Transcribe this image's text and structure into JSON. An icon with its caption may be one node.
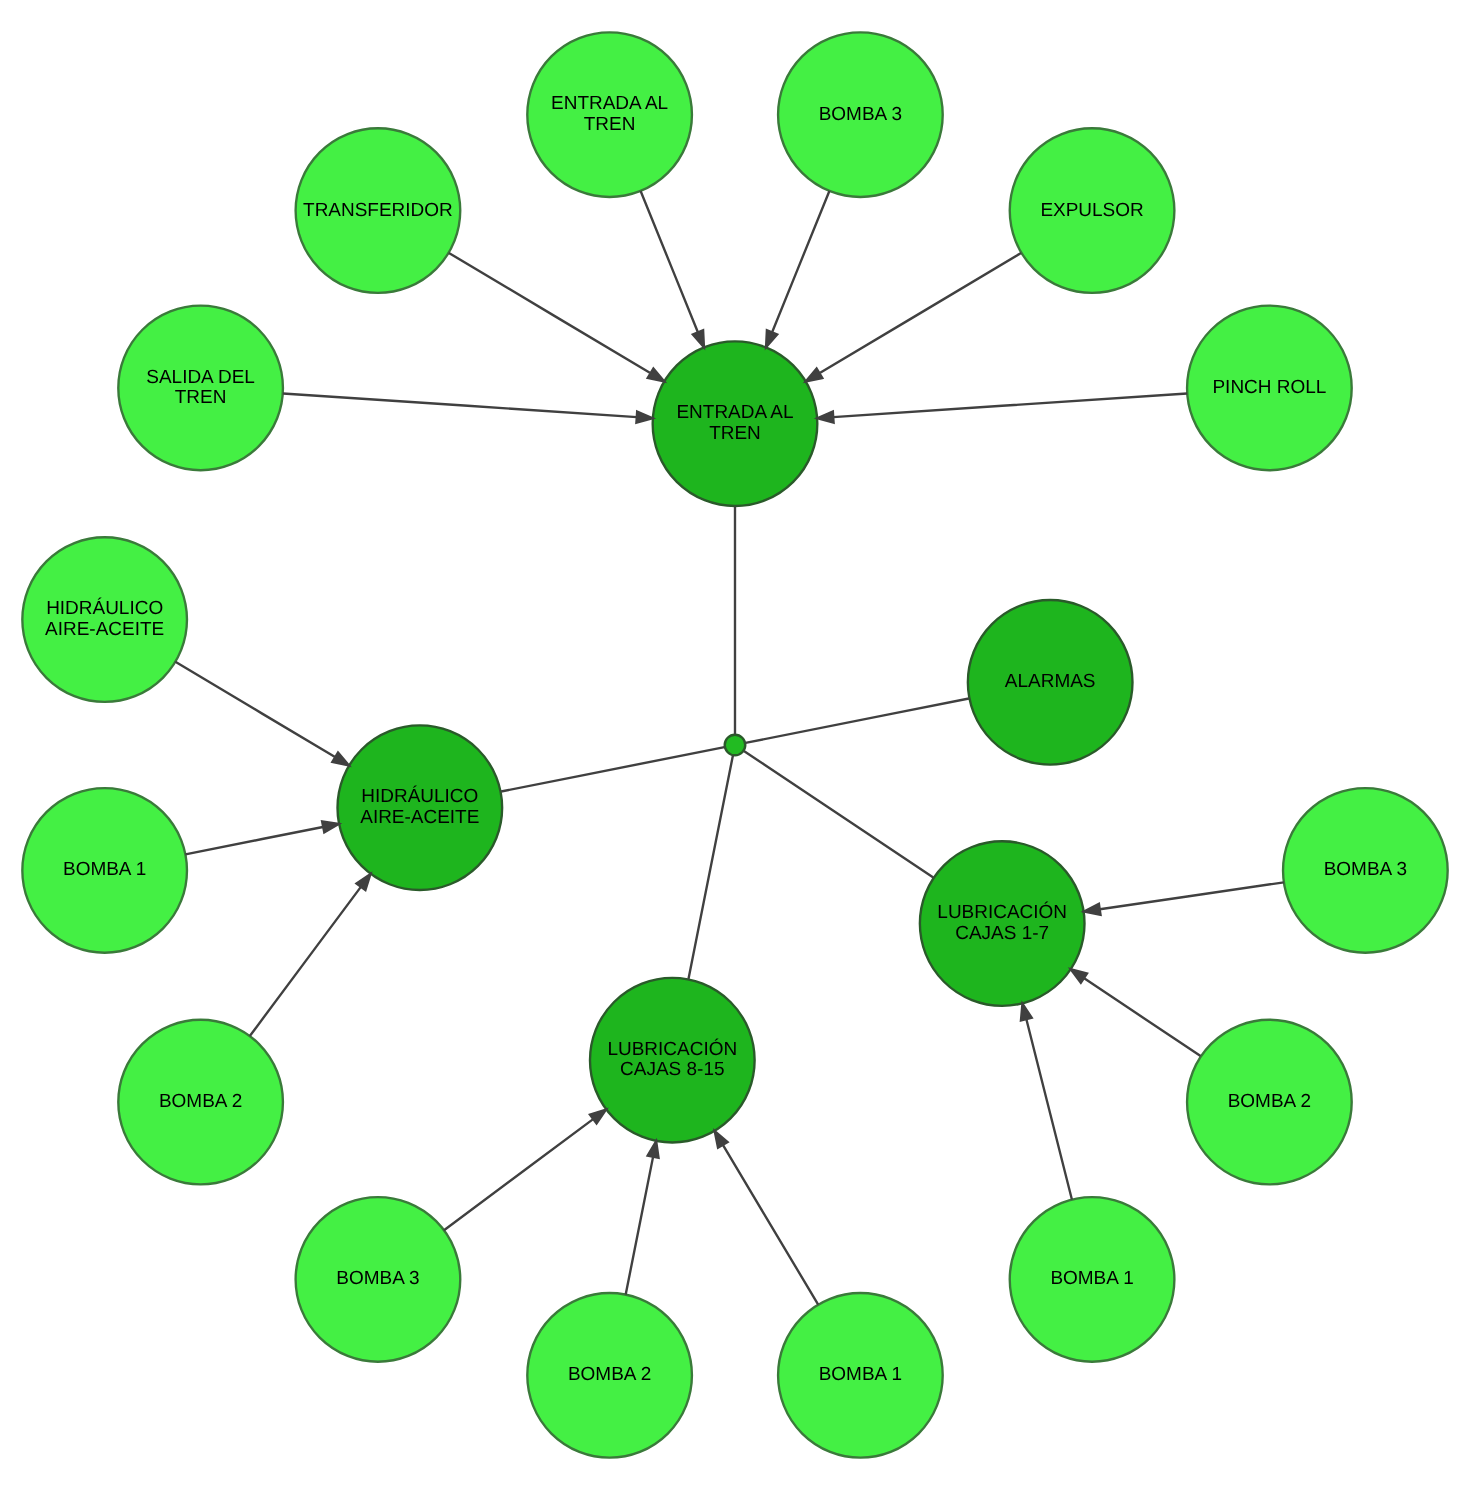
{
  "diagram": {
    "nodes": [
      {
        "text": [
          "ALARMAS"
        ]
      },
      {
        "text": [
          "ENTRADA AL TREN"
        ]
      },
      {
        "text": [
          "HIDRÁULICO AIRE-ACEITE"
        ]
      },
      {
        "text": [
          "LUBRICACIÓN CAJAS 8-15"
        ]
      },
      {
        "text": [
          "LUBRICACIÓN CAJAS 1-7"
        ]
      },
      {
        "text": [],
        "shape": "circle"
      },
      {
        "text": [
          "PINCH ROLL"
        ]
      },
      {
        "text": [
          "EXPULSOR"
        ]
      },
      {
        "text": [
          "BOMBA 3"
        ]
      },
      {
        "text": [
          "ENTRADA AL TREN"
        ]
      },
      {
        "text": [
          "HIDRÁULICO AIRE-ACEITE"
        ]
      },
      {
        "text": [
          "TRANSFERIDOR"
        ]
      },
      {
        "text": [
          "BOMBA 1"
        ]
      },
      {
        "text": [
          "SALIDA DEL TREN"
        ]
      },
      {
        "text": [
          "BOMBA 2"
        ]
      },
      {
        "text": [
          "BOMBA 1"
        ]
      },
      {
        "text": [
          "BOMBA 3"
        ]
      },
      {
        "text": [
          "BOMBA 2"
        ]
      },
      {
        "text": [
          "BOMBA 2"
        ]
      },
      {
        "text": [
          "BOMBA 1"
        ]
      },
      {
        "text": [
          "BOMBA 3"
        ]
      }
    ],
    "edges": [
      {
        "from": 5,
        "to": 0,
        "arrow": "none"
      },
      {
        "from": 5,
        "to": 1,
        "arrow": "none"
      },
      {
        "from": 5,
        "to": 2,
        "arrow": "none"
      },
      {
        "from": 5,
        "to": 3,
        "arrow": "none"
      },
      {
        "from": 5,
        "to": 4,
        "arrow": "none"
      },
      {
        "from": 7,
        "to": 1,
        "arrow": "to"
      },
      {
        "from": 6,
        "to": 1,
        "arrow": "to"
      },
      {
        "from": 8,
        "to": 1,
        "arrow": "to"
      },
      {
        "from": 9,
        "to": 1,
        "arrow": "to"
      },
      {
        "from": 11,
        "to": 1,
        "arrow": "to"
      },
      {
        "from": 13,
        "to": 1,
        "arrow": "to"
      },
      {
        "from": 10,
        "to": 2,
        "arrow": "to"
      },
      {
        "from": 12,
        "to": 2,
        "arrow": "to"
      },
      {
        "from": 14,
        "to": 2,
        "arrow": "to"
      },
      {
        "from": 15,
        "to": 4,
        "arrow": "to"
      },
      {
        "from": 17,
        "to": 4,
        "arrow": "to"
      },
      {
        "from": 20,
        "to": 4,
        "arrow": "to"
      },
      {
        "from": 16,
        "to": 3,
        "arrow": "to"
      },
      {
        "from": 18,
        "to": 3,
        "arrow": "to"
      },
      {
        "from": 19,
        "to": 3,
        "arrow": "to"
      }
    ]
  }
}
